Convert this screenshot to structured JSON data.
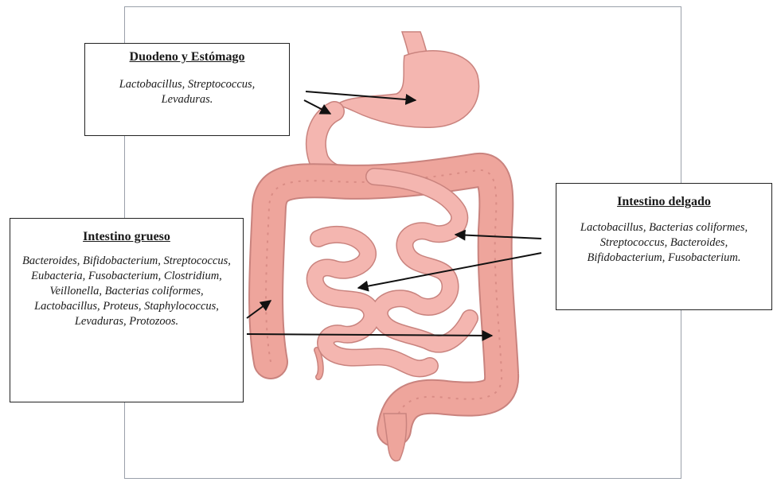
{
  "colors": {
    "organ_fill": "#f4b6b0",
    "organ_stroke": "#c9837e",
    "colon_fill": "#eea59c",
    "arrow": "#111111",
    "frame": "#9aa0aa"
  },
  "labels": {
    "duodeno": {
      "title": "Duodeno y Estómago",
      "body": "Lactobacillus, Streptococcus, Levaduras."
    },
    "grueso": {
      "title": "Intestino grueso",
      "body": "Bacteroides, Bifidobacterium, Streptococcus, Eubacteria, Fusobacterium, Clostridium, Veillonella, Bacterias coliformes, Lactobacillus, Proteus, Staphylococcus, Levaduras, Protozoos."
    },
    "delgado": {
      "title": "Intestino delgado",
      "body": "Lactobacillus, Bacterias coliformes, Streptococcus, Bacteroides, Bifidobacterium, Fusobacterium."
    }
  }
}
